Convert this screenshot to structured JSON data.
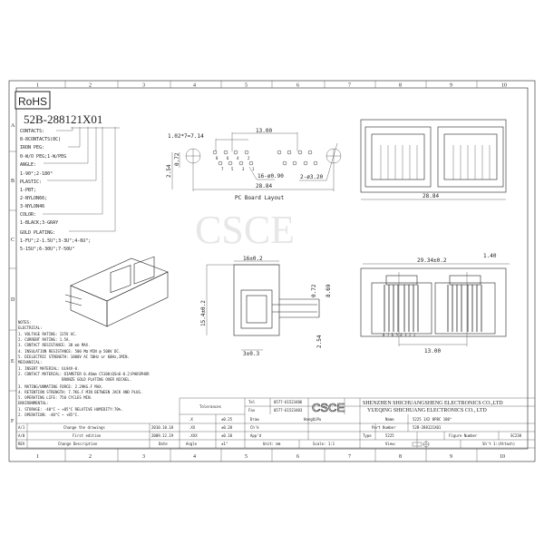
{
  "grid": {
    "columns": [
      "1",
      "2",
      "3",
      "4",
      "5",
      "6",
      "7",
      "8",
      "9",
      "10"
    ],
    "rows": [
      "A",
      "B",
      "C",
      "D",
      "E",
      "F"
    ]
  },
  "rohs": "RoHS",
  "part_code": {
    "code": "52B-288121X01",
    "lines": [
      "CONTACTS:",
      "8-8CONTACTS(8C)",
      "IRON PEG:",
      "0-W/O PEG;1-W/PEG",
      "ANGLE:",
      "1-90°;2-180°",
      "PLASTIC:",
      "1-PBT;",
      "2-NYLON66;",
      "3-NYLON46",
      "COLOR:",
      "1-BLACK;3-GRAY",
      "GOLD PLATING:",
      "1-FU\";2-1.5U\";3-3U\";4-6U\";",
      "5-15U\";6-30U\";7-50U\""
    ]
  },
  "pcb_layout": {
    "title": "PC Board Layout",
    "dims": [
      "1.02*7=7.14",
      "13.00",
      "2.54",
      "0.72",
      "16-ø0.90",
      "2-ø3.20",
      "28.84"
    ],
    "pins_top": [
      "8",
      "6",
      "4",
      "2"
    ],
    "pins_bottom": [
      "7",
      "5",
      "3",
      "1"
    ]
  },
  "top_view": {
    "dims": [
      "28.84"
    ]
  },
  "side_view": {
    "dims": [
      "16±0.2",
      "15.4±0.2",
      "0.72",
      "8.69",
      "2.54",
      "3±0.3"
    ]
  },
  "front_view": {
    "dims": [
      "29.34±0.2",
      "1.40",
      "13.00"
    ],
    "pin_labels": "8 7 6 5 4 3 2 1"
  },
  "watermark": "CSCE",
  "notes": [
    "NOTES:",
    "ELECTRICAL:",
    "1. VOLTAGE RATING: 125V AC.",
    "2. CURRENT RATING: 1.5A.",
    "3. CONTACT RESISTANCE: 30 mΩ MAX.",
    "4. INSULATION RESISTANCE: 500 MΩ MIN @ 500V DC.",
    "5. DIELECTRIC STRENGTH: 1000V AC 50Hz or 60Hz,1MIN.",
    "MECHANICAL:",
    "1. INSERT MATERIAL: UL94V-0.",
    "2. CONTACT MATERIAL: DIAMETER 0.46mm C5100(QSn6-0.2)PHOSPHOR",
    "                    BRONZE GOLD PLATING OVER NICKEL.",
    "3. MATING/UNMATING FORCE: 2.29KG.F MAX.",
    "4. RETENTION STRENGTH: 7.7KG.F MIN BETWEEN JACK AND PLUG.",
    "5. OPERATING LIFE: 750 CYCLES MIN.",
    "ENVIRONMENTAL:",
    "1. STORAGE: -40°C ~ +85°C RELATIVE HUMIDITY:70%.",
    "2. OPERATION: -40°C ~ +85°C."
  ],
  "revisions": [
    {
      "rev": "A/1",
      "desc": "Change the drawings",
      "date": "2010.10.18"
    },
    {
      "rev": "A/0",
      "desc": "First edition",
      "date": "2009.12.19"
    },
    {
      "rev": "REV",
      "desc": "Change Description",
      "date": "Date"
    }
  ],
  "tolerances": {
    "header": "Tolerances",
    "rows": [
      [
        ".X",
        "±0.25"
      ],
      [
        ".XX",
        "±0.20"
      ],
      [
        ".XXX",
        "±0.10"
      ],
      [
        "Angle",
        "±1°"
      ]
    ]
  },
  "contact": {
    "tel_label": "Tel",
    "tel": "0577-61523486",
    "fax_label": "Fax",
    "fax": "0577-61523483"
  },
  "logo": "CSCE",
  "company": [
    "SHENZHEN SHICHUANGSHENG ELECTRONICS CO.,LTD",
    "YUEQING SHICHUANG ELECTRONICS CO., LTD"
  ],
  "signoff": {
    "drawn_label": "Draw",
    "drawn": "HongQiPu",
    "checked_label": "Ch'k",
    "approved_label": "App'd",
    "units": "Unit: mm",
    "scale": "Scale: 1:1",
    "view_label": "View:"
  },
  "part_info": {
    "name_label": "Name",
    "name": "5225 1X2 8P8C 180°",
    "pn_label": "Part Number",
    "pn": "52B-288121X01",
    "type_label": "Type",
    "type": "5225",
    "figure_label": "Figure Number",
    "figure": "SC238",
    "sheet": "Sh't 1:(Attach)"
  }
}
